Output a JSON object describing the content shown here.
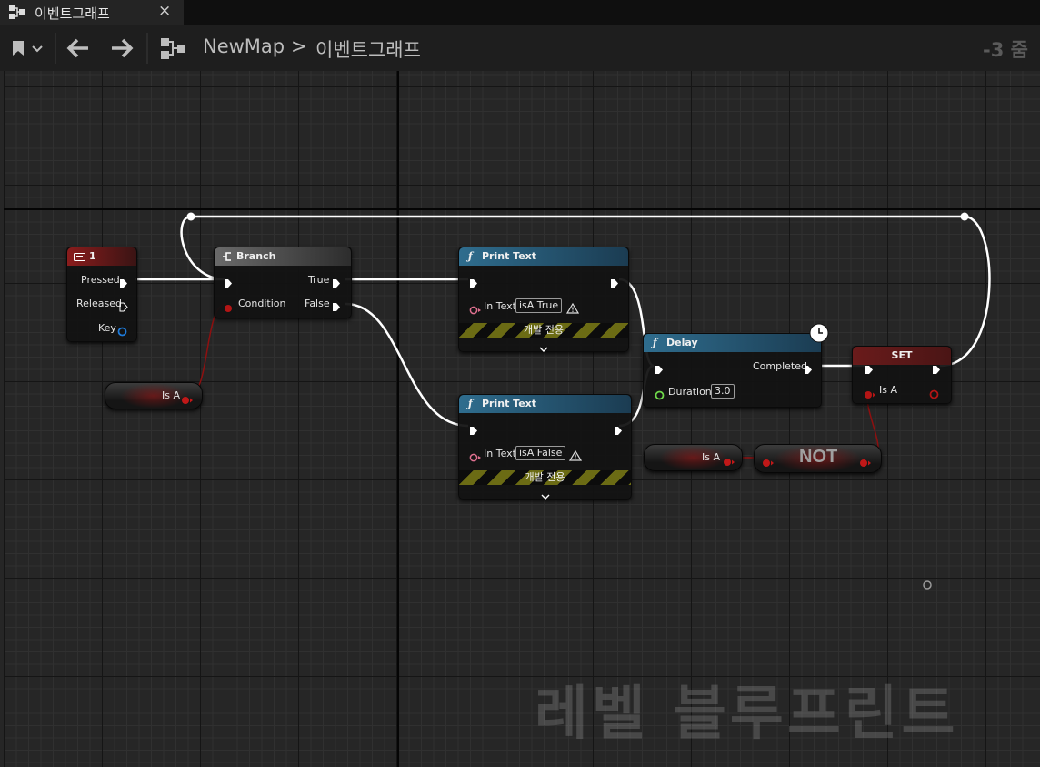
{
  "tab": {
    "title": "이벤트그래프",
    "close_label": "×"
  },
  "toolbar": {
    "map_name": "NewMap",
    "separator": ">",
    "graph_name": "이벤트그래프",
    "zoom": "-3 줌"
  },
  "watermark": "레벨 블루프린트",
  "nodes": {
    "input_key": {
      "title": "1",
      "pins": [
        "Pressed",
        "Released",
        "Key"
      ]
    },
    "branch": {
      "title": "Branch",
      "condition": "Condition",
      "true_label": "True",
      "false_label": "False"
    },
    "print_true": {
      "title": "Print Text",
      "in_text": "In Text",
      "value": "isA True",
      "dev_label": "개발 전용"
    },
    "print_false": {
      "title": "Print Text",
      "in_text": "In Text",
      "value": "isA False",
      "dev_label": "개발 전용"
    },
    "delay": {
      "title": "Delay",
      "completed": "Completed",
      "duration_label": "Duration",
      "duration": "3.0"
    },
    "set": {
      "title": "SET",
      "var": "Is A"
    },
    "get_isa_1": {
      "label": "Is A"
    },
    "get_isa_2": {
      "label": "Is A"
    },
    "not": {
      "label": "NOT"
    }
  },
  "colors": {
    "exec": "#ffffff",
    "bool_pin": "#8e1010",
    "text_pin": "#e07090",
    "float_pin": "#6fd84a",
    "struct_pin": "#1e7ad8"
  }
}
